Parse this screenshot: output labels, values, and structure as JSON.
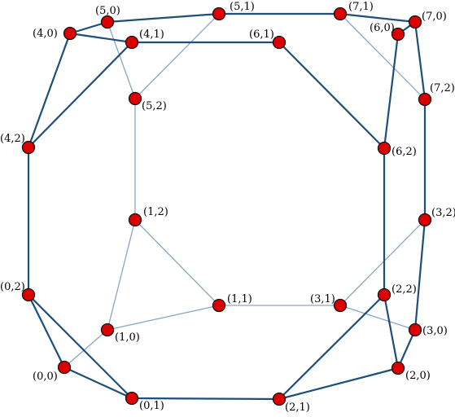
{
  "colors": {
    "node_fill": "#dd0000",
    "node_stroke": "#111111",
    "edge_front": "#1f4e79",
    "edge_back": "#8aa6c3",
    "background": "#ffffff"
  },
  "nodes": [
    {
      "id": "n-0-0",
      "label": "(0,0)"
    },
    {
      "id": "n-0-1",
      "label": "(0,1)"
    },
    {
      "id": "n-0-2",
      "label": "(0,2)"
    },
    {
      "id": "n-1-0",
      "label": "(1,0)"
    },
    {
      "id": "n-1-1",
      "label": "(1,1)"
    },
    {
      "id": "n-1-2",
      "label": "(1,2)"
    },
    {
      "id": "n-2-0",
      "label": "(2,0)"
    },
    {
      "id": "n-2-1",
      "label": "(2,1)"
    },
    {
      "id": "n-2-2",
      "label": "(2,2)"
    },
    {
      "id": "n-3-0",
      "label": "(3,0)"
    },
    {
      "id": "n-3-1",
      "label": "(3,1)"
    },
    {
      "id": "n-3-2",
      "label": "(3,2)"
    },
    {
      "id": "n-4-0",
      "label": "(4,0)"
    },
    {
      "id": "n-4-1",
      "label": "(4,1)"
    },
    {
      "id": "n-4-2",
      "label": "(4,2)"
    },
    {
      "id": "n-5-0",
      "label": "(5,0)"
    },
    {
      "id": "n-5-1",
      "label": "(5,1)"
    },
    {
      "id": "n-5-2",
      "label": "(5,2)"
    },
    {
      "id": "n-6-0",
      "label": "(6,0)"
    },
    {
      "id": "n-6-1",
      "label": "(6,1)"
    },
    {
      "id": "n-6-2",
      "label": "(6,2)"
    },
    {
      "id": "n-7-0",
      "label": "(7,0)"
    },
    {
      "id": "n-7-1",
      "label": "(7,1)"
    },
    {
      "id": "n-7-2",
      "label": "(7,2)"
    }
  ],
  "edges": [
    {
      "from": "n-0-1",
      "to": "n-2-1",
      "style": "front"
    },
    {
      "from": "n-2-1",
      "to": "n-2-0",
      "style": "front"
    },
    {
      "from": "n-2-0",
      "to": "n-3-0",
      "style": "front"
    },
    {
      "from": "n-3-0",
      "to": "n-3-2",
      "style": "front"
    },
    {
      "from": "n-3-2",
      "to": "n-7-2",
      "style": "front"
    },
    {
      "from": "n-7-2",
      "to": "n-7-0",
      "style": "front"
    },
    {
      "from": "n-7-0",
      "to": "n-7-1",
      "style": "front"
    },
    {
      "from": "n-7-1",
      "to": "n-5-1",
      "style": "front"
    },
    {
      "from": "n-5-1",
      "to": "n-5-0",
      "style": "front"
    },
    {
      "from": "n-5-0",
      "to": "n-4-0",
      "style": "front"
    },
    {
      "from": "n-4-0",
      "to": "n-4-2",
      "style": "front"
    },
    {
      "from": "n-4-2",
      "to": "n-0-2",
      "style": "front"
    },
    {
      "from": "n-0-2",
      "to": "n-0-0",
      "style": "front"
    },
    {
      "from": "n-0-0",
      "to": "n-0-1",
      "style": "front"
    },
    {
      "from": "n-0-2",
      "to": "n-0-1",
      "style": "front"
    },
    {
      "from": "n-2-1",
      "to": "n-2-2",
      "style": "front"
    },
    {
      "from": "n-2-2",
      "to": "n-2-0",
      "style": "front"
    },
    {
      "from": "n-2-2",
      "to": "n-6-2",
      "style": "front"
    },
    {
      "from": "n-6-2",
      "to": "n-6-1",
      "style": "front"
    },
    {
      "from": "n-6-2",
      "to": "n-6-0",
      "style": "front"
    },
    {
      "from": "n-6-0",
      "to": "n-7-0",
      "style": "front"
    },
    {
      "from": "n-6-1",
      "to": "n-4-1",
      "style": "front"
    },
    {
      "from": "n-4-1",
      "to": "n-4-0",
      "style": "front"
    },
    {
      "from": "n-4-1",
      "to": "n-4-2",
      "style": "front"
    },
    {
      "from": "n-0-0",
      "to": "n-1-0",
      "style": "back"
    },
    {
      "from": "n-1-0",
      "to": "n-1-2",
      "style": "back"
    },
    {
      "from": "n-1-0",
      "to": "n-1-1",
      "style": "back"
    },
    {
      "from": "n-1-2",
      "to": "n-1-1",
      "style": "back"
    },
    {
      "from": "n-1-2",
      "to": "n-5-2",
      "style": "back"
    },
    {
      "from": "n-5-2",
      "to": "n-5-0",
      "style": "back"
    },
    {
      "from": "n-5-2",
      "to": "n-5-1",
      "style": "back"
    },
    {
      "from": "n-1-1",
      "to": "n-3-1",
      "style": "back"
    },
    {
      "from": "n-3-1",
      "to": "n-3-2",
      "style": "back"
    },
    {
      "from": "n-3-1",
      "to": "n-3-0",
      "style": "back"
    },
    {
      "from": "n-7-1",
      "to": "n-7-2",
      "style": "back"
    }
  ]
}
